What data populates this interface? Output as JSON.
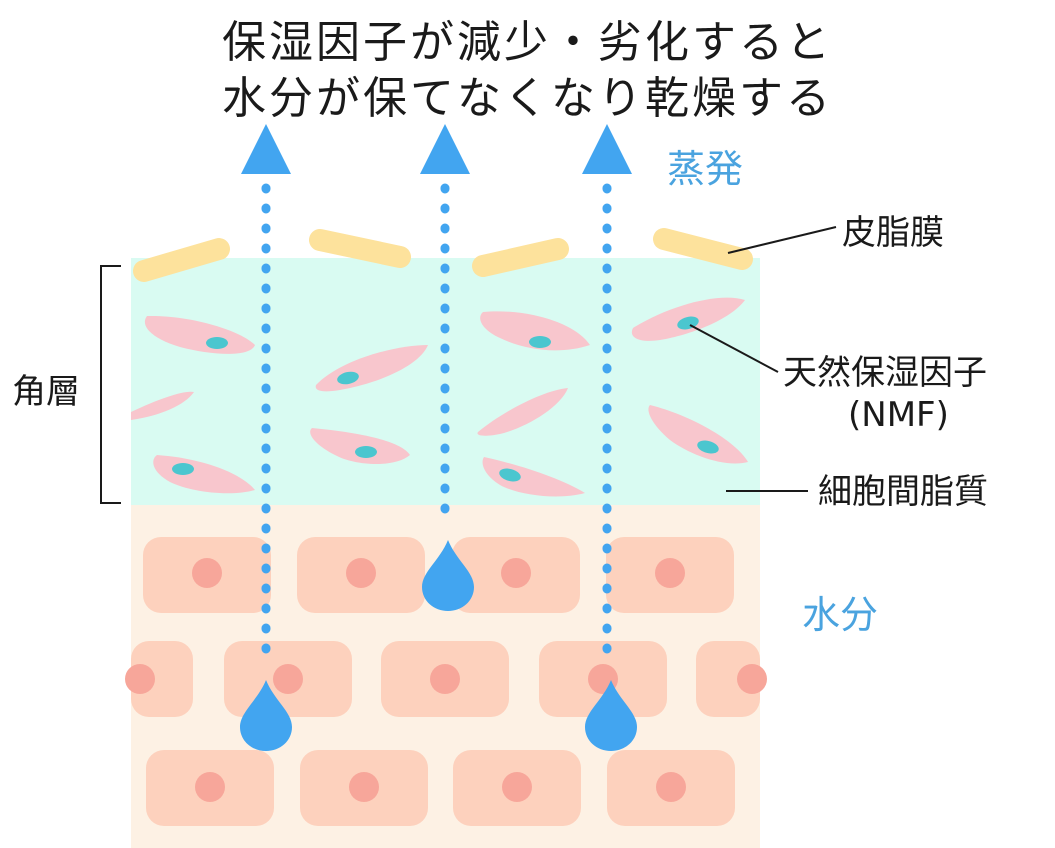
{
  "title": {
    "line1": "保湿因子が減少・劣化すると",
    "line2": "水分が保てなくなり乾燥する"
  },
  "labels": {
    "evaporation": "蒸発",
    "sebum_film": "皮脂膜",
    "nmf_line1": "天然保湿因子",
    "nmf_line2": "(NMF)",
    "intercellular_lipid": "細胞間脂質",
    "moisture": "水分",
    "stratum_corneum": "角層"
  },
  "colors": {
    "water_blue": "#42a5f0",
    "label_blue": "#4aa3df",
    "stratum_bg": "#d9fbf2",
    "sebum": "#fde29c",
    "corneocyte": "#f8c6cd",
    "nmf_dot": "#4bc6cf",
    "epidermis_bg": "#fdf1e4",
    "cell": "#fdd1bd",
    "nucleus": "#f7a69a",
    "text": "#1a1a1a"
  },
  "icons": [
    "evaporation-arrow-icon",
    "water-drop-icon",
    "bracket-icon"
  ]
}
